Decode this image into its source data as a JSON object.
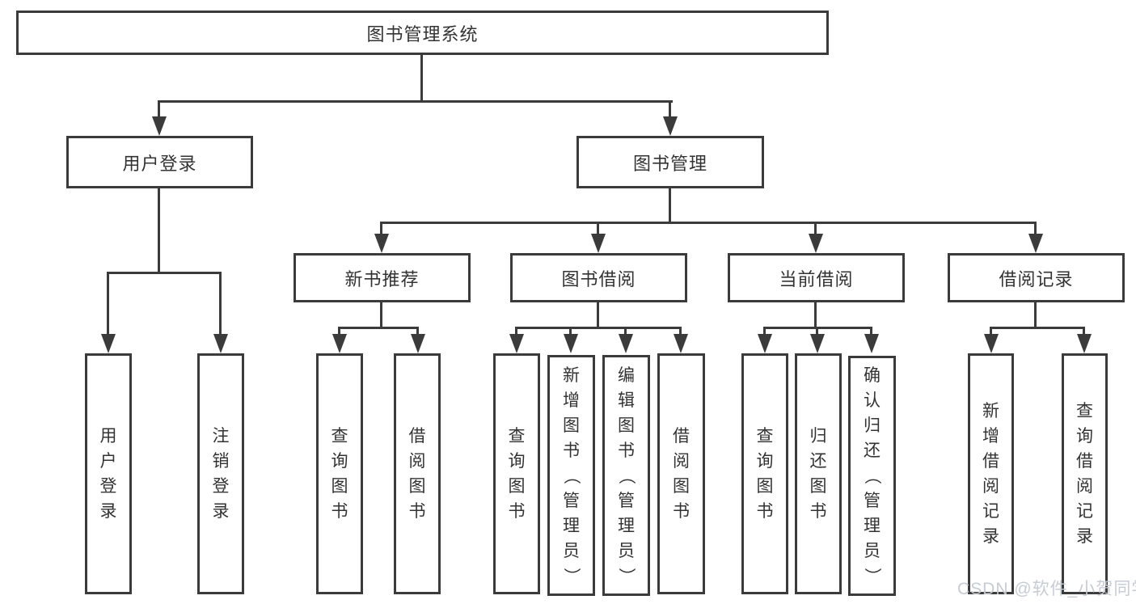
{
  "diagram_type": "hierarchy-tree",
  "tree": {
    "label": "图书管理系统",
    "children": [
      {
        "label": "用户登录",
        "children": [
          {
            "label": "用户登录"
          },
          {
            "label": "注销登录"
          }
        ]
      },
      {
        "label": "图书管理",
        "children": [
          {
            "label": "新书推荐",
            "children": [
              {
                "label": "查询图书"
              },
              {
                "label": "借阅图书"
              }
            ]
          },
          {
            "label": "图书借阅",
            "children": [
              {
                "label": "查询图书"
              },
              {
                "label": "新增图书（管理员）"
              },
              {
                "label": "编辑图书（管理员）"
              },
              {
                "label": "借阅图书"
              }
            ]
          },
          {
            "label": "当前借阅",
            "children": [
              {
                "label": "查询图书"
              },
              {
                "label": "归还图书"
              },
              {
                "label": "确认归还（管理员）"
              }
            ]
          },
          {
            "label": "借阅记录",
            "children": [
              {
                "label": "新增借阅记录"
              },
              {
                "label": "查询借阅记录"
              }
            ]
          }
        ]
      }
    ]
  },
  "watermark": {
    "text": "CSDN @软件_小贺同学"
  },
  "colors": {
    "background": "#ffffff",
    "line": "#3b3b3b",
    "text": "#333333",
    "watermark": "#c2cad2"
  }
}
